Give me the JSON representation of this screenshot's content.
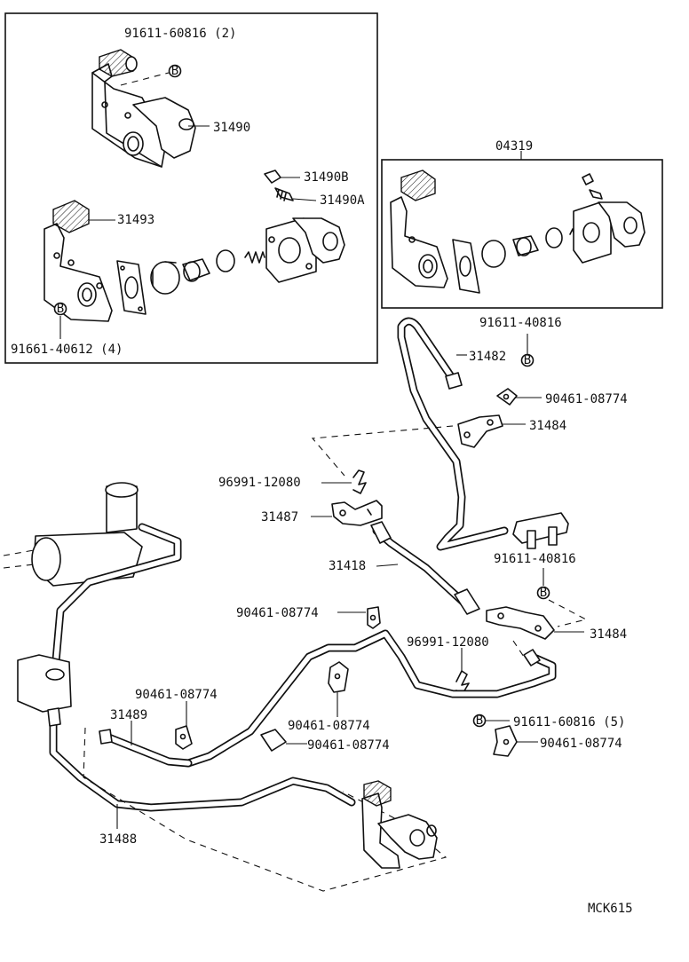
{
  "diagram": {
    "code": "MCK615",
    "callouts": {
      "c_91611_60816_2": "91611-60816 (2)",
      "c_31490": "31490",
      "c_31490b": "31490B",
      "c_31490a": "31490A",
      "c_31493": "31493",
      "c_91661_40612_4": "91661-40612 (4)",
      "c_04319": "04319",
      "c_91611_40816_a": "91611-40816",
      "c_31482": "31482",
      "c_90461_08774_a": "90461-08774",
      "c_31484_a": "31484",
      "c_96991_12080_a": "96991-12080",
      "c_31487": "31487",
      "c_31418": "31418",
      "c_91611_40816_b": "91611-40816",
      "c_90461_08774_b": "90461-08774",
      "c_96991_12080_b": "96991-12080",
      "c_31484_b": "31484",
      "c_90461_08774_c": "90461-08774",
      "c_31489": "31489",
      "c_90461_08774_d": "90461-08774",
      "c_90461_08774_e": "90461-08774",
      "c_91611_60816_5": "91611-60816 (5)",
      "c_90461_08774_f": "90461-08774",
      "c_31488": "31488"
    },
    "bolt_marker": "B"
  }
}
